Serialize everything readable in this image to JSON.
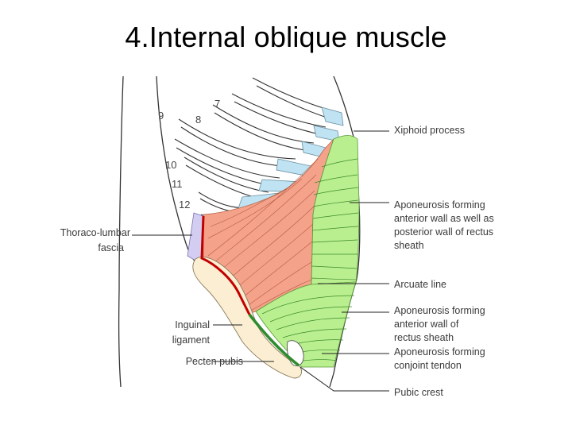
{
  "title": "4.Internal oblique muscle",
  "colors": {
    "muscle": "#f4a28a",
    "aponeurosis": "#b9ef8f",
    "fascia": "#d4cdf2",
    "rib_cartilage": "#bfe3f2",
    "ligament": "#c20000",
    "pecten": "#2e8b2e",
    "bone": "#fbeed2"
  },
  "rib_numbers": [
    "7",
    "8",
    "9",
    "10",
    "11",
    "12"
  ],
  "labels": {
    "xiphoid": "Xiphoid process",
    "apo_wall_1": "Aponeurosis forming",
    "apo_wall_2": "anterior wall as well as",
    "apo_wall_3": "posterior wall of rectus",
    "apo_wall_4": "sheath",
    "arcuate": "Arcuate line",
    "apo_ant_1": "Aponeurosis forming",
    "apo_ant_2": "anterior wall of",
    "apo_ant_3": "rectus sheath",
    "apo_conj_1": "Aponeurosis forming",
    "apo_conj_2": "conjoint tendon",
    "pubic_crest": "Pubic crest",
    "thoraco_1": "Thoraco-lumbar",
    "thoraco_2": "fascia",
    "inguinal_1": "Inguinal",
    "inguinal_2": "ligament",
    "pecten": "Pecten pubis"
  }
}
